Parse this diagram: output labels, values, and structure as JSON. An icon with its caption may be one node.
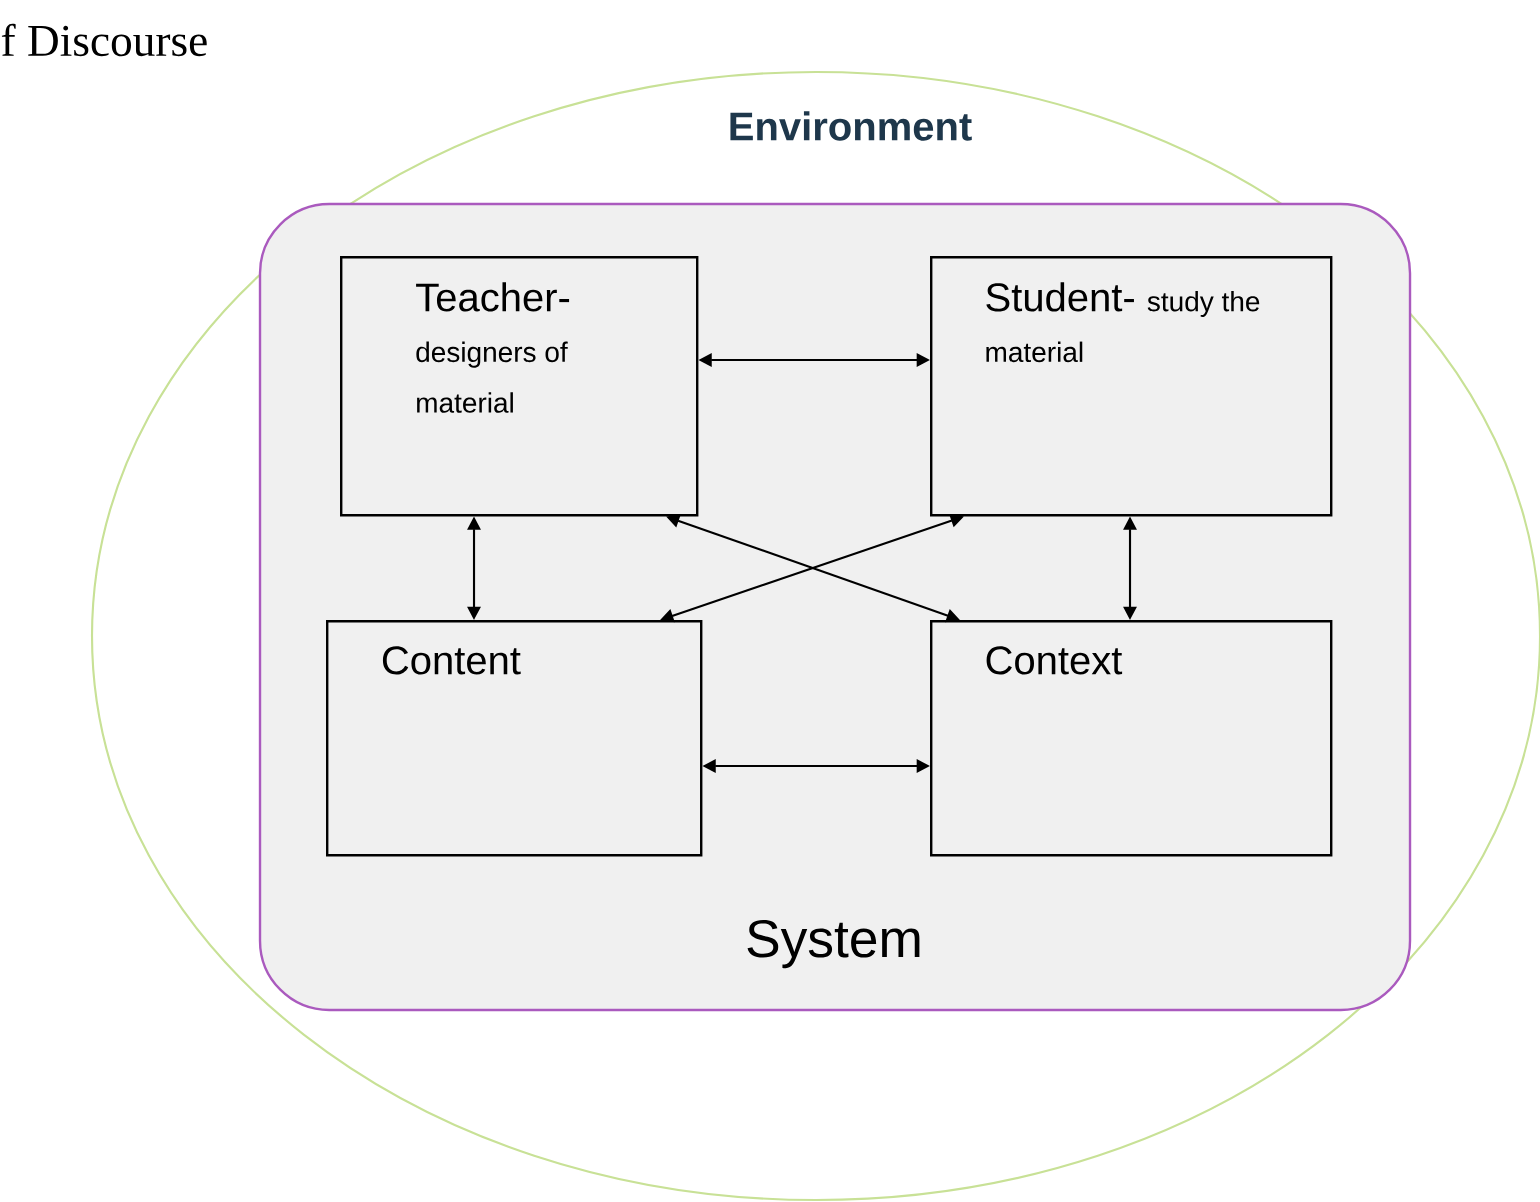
{
  "diagram": {
    "nodes": [
      {
        "text": [
          "Environment"
        ]
      },
      {
        "text": [
          "System"
        ],
        "in": 0
      },
      {
        "text": [
          "Teacher-",
          "designers of material"
        ],
        "in": 1
      },
      {
        "text": [
          "Student-",
          "study the material"
        ],
        "in": 1
      },
      {
        "text": [
          "Content"
        ],
        "in": 1
      },
      {
        "text": [
          "Context"
        ],
        "in": 1
      }
    ],
    "edges": [
      {
        "from": 2,
        "to": 3,
        "arrow": "both"
      },
      {
        "from": 2,
        "to": 4,
        "arrow": "both"
      },
      {
        "from": 2,
        "to": 5,
        "arrow": "both"
      },
      {
        "from": 3,
        "to": 4,
        "arrow": "both"
      },
      {
        "from": 3,
        "to": 5,
        "arrow": "both"
      },
      {
        "from": 4,
        "to": 5,
        "arrow": "both"
      }
    ],
    "labels": [
      "f Discourse"
    ]
  }
}
